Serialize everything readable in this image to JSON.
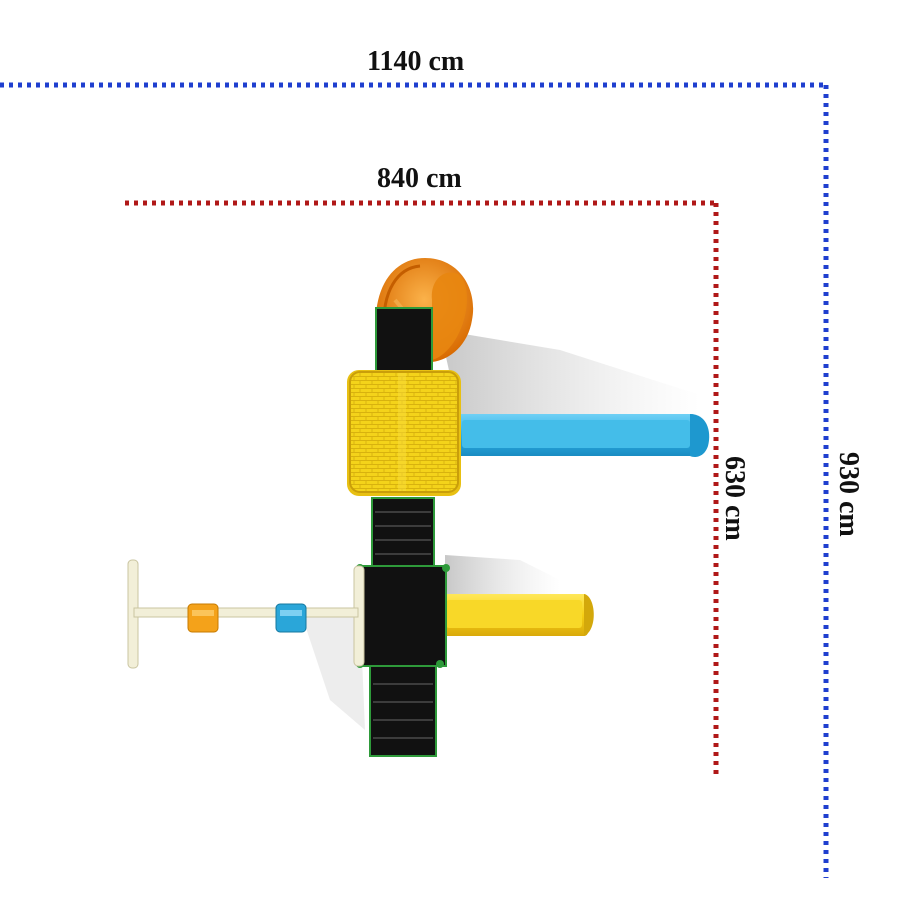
{
  "dimensions": {
    "outer_width": "1140 cm",
    "inner_width": "840 cm",
    "inner_depth": "630 cm",
    "outer_depth": "930  cm"
  },
  "colors": {
    "outer_dim_line": "#1f3fcf",
    "inner_dim_line": "#b01818",
    "roof": "#f4d31a",
    "roof_shade": "#e2b80f",
    "tube_slide": "#f08a0a",
    "straight_slide_blue": "#37b4e6",
    "wave_slide_yellow": "#f7d017",
    "deck": "#111111",
    "frame_green": "#2e9a3a",
    "swing_frame": "#f2efd8",
    "seat_orange": "#f4a21a",
    "seat_blue": "#2aa6d9"
  }
}
